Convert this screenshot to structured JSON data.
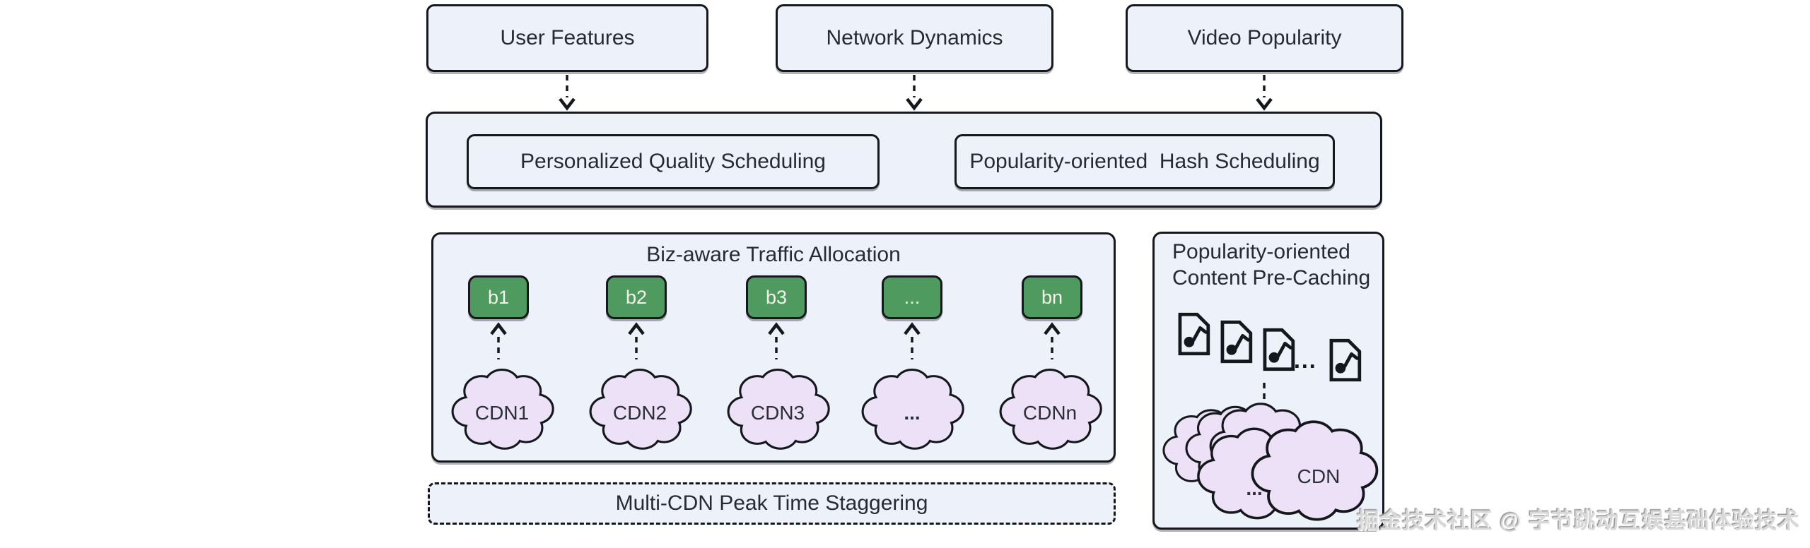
{
  "inputs": [
    {
      "label": "User Features"
    },
    {
      "label": "Network Dynamics"
    },
    {
      "label": "Video Popularity"
    }
  ],
  "scheduling": {
    "left_label": "Personalized Quality Scheduling",
    "right_label": "Popularity-oriented  Hash Scheduling"
  },
  "traffic": {
    "title": "Biz-aware Traffic Allocation",
    "pairs": [
      {
        "biz": "b1",
        "cdn": "CDN1"
      },
      {
        "biz": "b2",
        "cdn": "CDN2"
      },
      {
        "biz": "b3",
        "cdn": "CDN3"
      },
      {
        "biz": "...",
        "cdn": "..."
      },
      {
        "biz": "bn",
        "cdn": "CDNn"
      }
    ]
  },
  "precache": {
    "title_line1": "Popularity-oriented",
    "title_line2": "Content Pre-Caching",
    "files_ellipsis": "...",
    "cluster_ellipsis": "...",
    "cluster_label": "CDN"
  },
  "staggering": {
    "label": "Multi-CDN Peak Time Staggering"
  },
  "watermark": "掘金技术社区 @ 字节跳动互娱基础体验技术",
  "icons": {
    "music_file": "music-file-icon",
    "cloud": "cloud-icon",
    "dashed_arrow_down": "dashed-arrow-down-icon",
    "dashed_arrow_up": "dashed-arrow-up-icon"
  },
  "colors": {
    "box_fill": "#edf1f9",
    "border": "#14171b",
    "green_node": "#4f9b5f",
    "cloud_fill": "#ece1f6",
    "text": "#262b33",
    "watermark_gray": "#bdbdbd"
  }
}
